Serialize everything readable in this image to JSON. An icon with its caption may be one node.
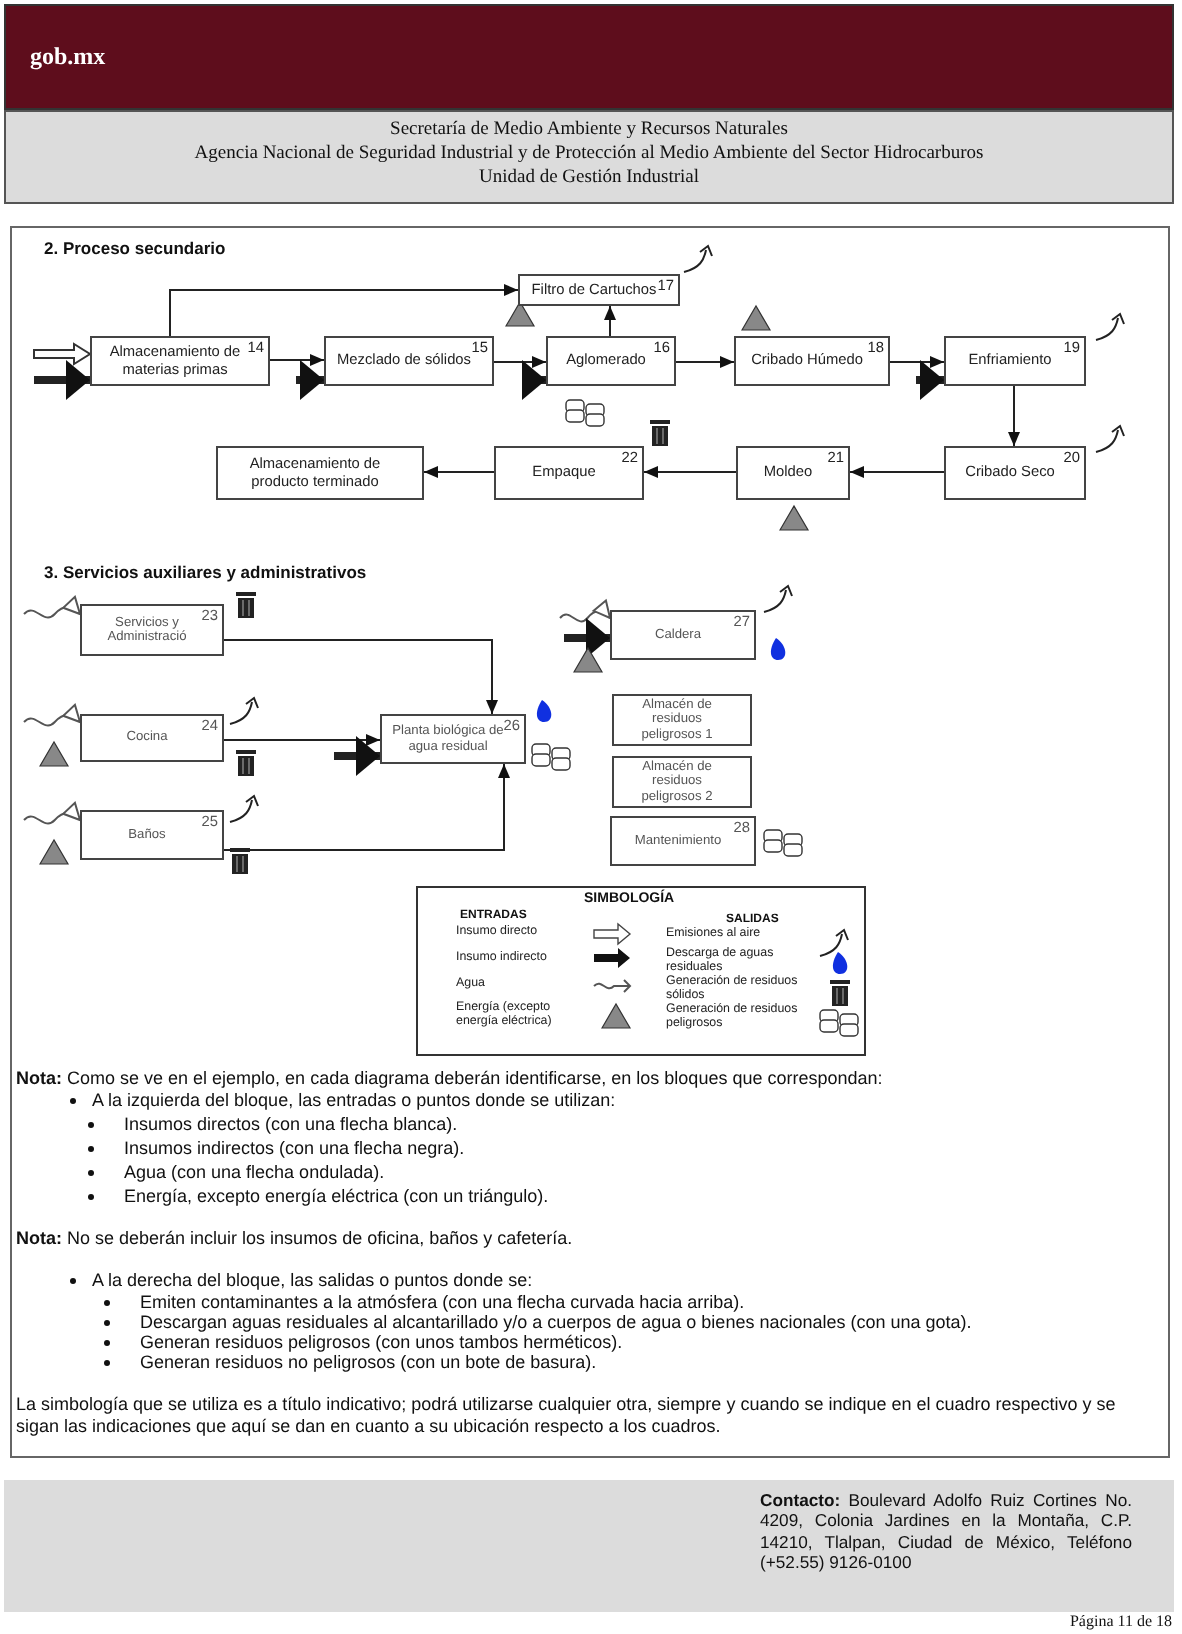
{
  "diagram": {
    "nodes": [
      {
        "text": [
          "Almacenamiento de materias primas",
          "14"
        ]
      },
      {
        "text": [
          "Mezclado de sólidos",
          "15"
        ]
      },
      {
        "text": [
          "Filtro de Cartuchos",
          "17"
        ]
      },
      {
        "text": [
          "Aglomerado",
          "16"
        ]
      },
      {
        "text": [
          "Cribado Húmedo",
          "18"
        ]
      },
      {
        "text": [
          "Enfriamiento",
          "19"
        ]
      },
      {
        "text": [
          "Cribado Seco",
          "20"
        ]
      },
      {
        "text": [
          "Moldeo",
          "21"
        ]
      },
      {
        "text": [
          "Empaque",
          "22"
        ]
      },
      {
        "text": [
          "Almacenamiento de producto terminado"
        ]
      },
      {
        "text": [
          "Servicios y Administració",
          "23"
        ]
      },
      {
        "text": [
          "Cocina",
          "24"
        ]
      },
      {
        "text": [
          "Baños",
          "25"
        ]
      },
      {
        "text": [
          "Planta biológica de agua residual",
          "26"
        ]
      },
      {
        "text": [
          "Caldera",
          "27"
        ]
      },
      {
        "text": [
          "Almacén de residuos peligrosos 1"
        ]
      },
      {
        "text": [
          "Almacén de residuos peligrosos 2"
        ]
      },
      {
        "text": [
          "Mantenimiento",
          "28"
        ]
      }
    ],
    "edges": [
      {
        "from": 0,
        "to": 2,
        "arrow": "to"
      },
      {
        "from": 0,
        "to": 1,
        "arrow": "to"
      },
      {
        "from": 1,
        "to": 3,
        "arrow": "to"
      },
      {
        "from": 3,
        "to": 2,
        "arrow": "to"
      },
      {
        "from": 3,
        "to": 4,
        "arrow": "to"
      },
      {
        "from": 4,
        "to": 5,
        "arrow": "to"
      },
      {
        "from": 5,
        "to": 6,
        "arrow": "to"
      },
      {
        "from": 6,
        "to": 7,
        "arrow": "to"
      },
      {
        "from": 7,
        "to": 8,
        "arrow": "to"
      },
      {
        "from": 8,
        "to": 9,
        "arrow": "to"
      },
      {
        "from": 10,
        "to": 13,
        "arrow": "to"
      },
      {
        "from": 11,
        "to": 13,
        "arrow": "to"
      },
      {
        "from": 12,
        "to": 13,
        "arrow": "to"
      },
      {
        "from": null,
        "to": 0,
        "arrow": "to"
      },
      {
        "from": null,
        "to": 0,
        "arrow": "to",
        "style": "thick"
      },
      {
        "from": null,
        "to": 1,
        "arrow": "to",
        "style": "thick"
      },
      {
        "from": null,
        "to": 3,
        "arrow": "to",
        "style": "thick"
      },
      {
        "from": null,
        "to": 5,
        "arrow": "to",
        "style": "thick"
      },
      {
        "from": null,
        "to": 10,
        "arrow": "to"
      },
      {
        "from": null,
        "to": 11,
        "arrow": "to"
      },
      {
        "from": null,
        "to": 12,
        "arrow": "to"
      },
      {
        "from": null,
        "to": 14,
        "arrow": "to"
      },
      {
        "from": null,
        "to": 14,
        "arrow": "to",
        "style": "thick"
      },
      {
        "from": null,
        "to": 13,
        "arrow": "to",
        "style": "thick"
      }
    ],
    "labels": [
      "gob.mx",
      "Secretaría de Medio Ambiente y Recursos Naturales",
      "Agencia Nacional de Seguridad Industrial y de Protección al Medio Ambiente del Sector Hidrocarburos",
      "Unidad de Gestión Industrial",
      "2. Proceso secundario",
      "3. Servicios auxiliares y administrativos",
      "SIMBOLOGÍA",
      "ENTRADAS",
      "SALIDAS",
      "**Nota:** Como se ve en el ejemplo, en cada diagrama deberán identificarse, en los bloques que correspondan:",
      "A la izquierda del bloque, las entradas o puntos donde se utilizan:",
      "Insumos directos (con una flecha blanca).",
      "Insumos indirectos (con una flecha negra).",
      "Agua (con una flecha ondulada).",
      "Energía, excepto energía eléctrica (con un triángulo).",
      "**Nota:** No se deberán incluir los insumos de oficina, baños y cafetería.",
      "A la derecha del bloque, las salidas o puntos donde se:",
      "Emiten contaminantes a la atmósfera (con una flecha curvada hacia arriba).",
      "Descargan aguas residuales al alcantarillado y/o a cuerpos de agua o bienes nacionales (con una gota).",
      "Generan residuos peligrosos (con unos tambos herméticos).",
      "Generan residuos no peligrosos (con un bote de basura).",
      "La simbología que se utiliza es a título indicativo; podrá utilizarse cualquier otra, siempre y cuando se indique en el cuadro respectivo y se sigan las indicaciones que aquí se dan en cuanto a su ubicación respecto a los cuadros.",
      "**Contacto:** Boulevard Adolfo Ruiz Cortines No. 4209, Colonia Jardines en la Montaña, C.P. 14210, Tlalpan, Ciudad de México, Teléfono (+52.55) 9126-0100",
      "Página 11 de 18"
    ],
    "legend": [
      {
        "text": "Insumo directo"
      },
      {
        "text": "Insumo indirecto"
      },
      {
        "text": "Agua"
      },
      {
        "text": "Energía (excepto energía eléctrica)"
      },
      {
        "text": "Emisiones al aire"
      },
      {
        "text": "Descarga de aguas residuales"
      },
      {
        "text": "Generación de residuos sólidos"
      },
      {
        "text": "Generación de residuos peligrosos"
      }
    ]
  }
}
